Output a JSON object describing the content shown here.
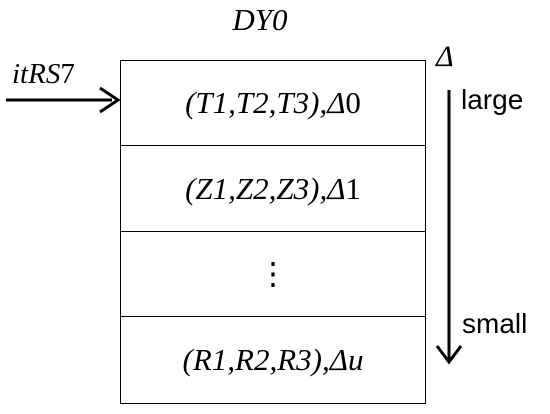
{
  "title": "DY0",
  "input": {
    "italic": "itRS",
    "suffix": "7"
  },
  "delta_symbol": "Δ",
  "order": {
    "top": "large",
    "bottom": "small"
  },
  "rows": [
    {
      "tuple": "(T1,T2,T3),",
      "delta": "Δ",
      "delta_index": "0"
    },
    {
      "tuple": "(Z1,Z2,Z3),",
      "delta": "Δ",
      "delta_index": "1"
    },
    {
      "ellipsis": "⋮"
    },
    {
      "tuple": "(R1,R2,R3),",
      "delta": "Δu",
      "delta_index": ""
    }
  ]
}
